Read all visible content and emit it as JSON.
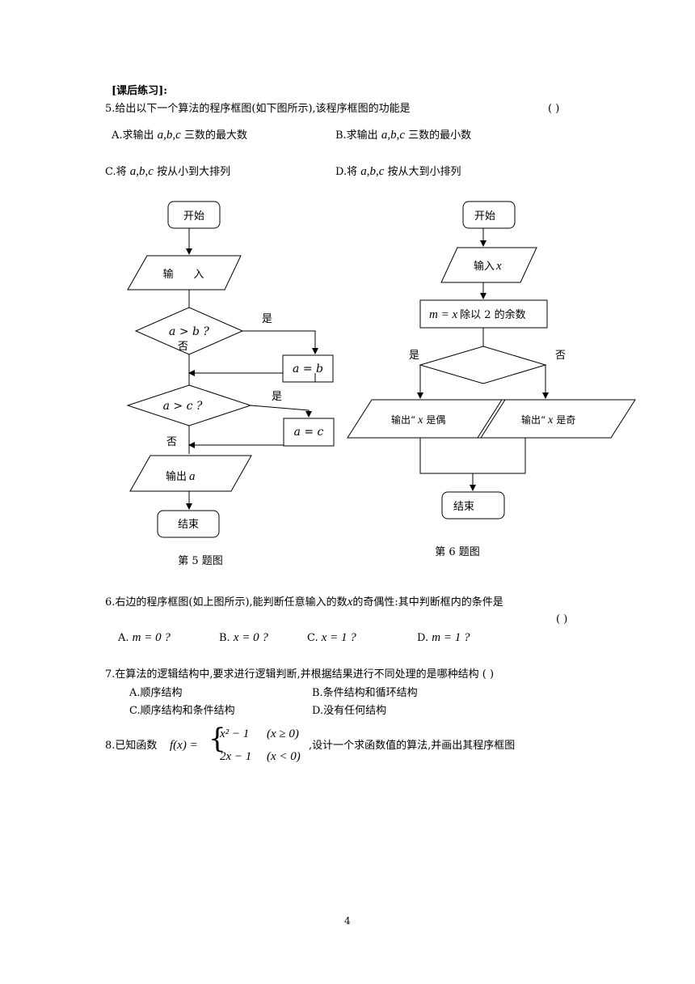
{
  "section_title": "[课后练习]:",
  "q5": {
    "stem": "5.给出以下一个算法的程序框图(如下图所示),该程序框图的功能是",
    "paren": "(        )",
    "options": {
      "A": [
        "A.求输出",
        "a,b,c",
        "三数的最大数"
      ],
      "B": [
        "B.求输出",
        "a,b,c",
        "三数的最小数"
      ],
      "C": [
        "C.将",
        "a,b,c",
        "按从小到大排列"
      ],
      "D": [
        "D.将",
        "a,b,c",
        "按从大到小排列"
      ]
    }
  },
  "fig5": {
    "start": "开始",
    "input": "输      入",
    "cond1": "a > b ?",
    "cond1_yes": "是",
    "cond1_no": "否",
    "assign1": "a = b",
    "cond2": "a > c ?",
    "cond2_yes": "是",
    "cond2_no": "否",
    "assign2": "a = c",
    "output": [
      "输出",
      "a"
    ],
    "end": "结束",
    "caption": "第 5 题图"
  },
  "fig6": {
    "start": "开始",
    "input": [
      "输入",
      "x"
    ],
    "process": [
      "m = x",
      "除以 2 的余数"
    ],
    "yes": "是",
    "no": "否",
    "out_even": [
      "输出“",
      "x",
      "是偶"
    ],
    "out_odd": [
      "输出“",
      "x",
      "是奇"
    ],
    "end": "结束",
    "caption": "第 6 题图"
  },
  "q6": {
    "stem_a": "6.右边的程序框图(如上图所示),能判断任意输入的数",
    "stem_var": "x",
    "stem_b": "的奇偶性:其中判断框内的条件是",
    "paren": "(        )",
    "options": [
      "A.",
      "m = 0 ?",
      "B.",
      "x = 0  ?",
      "C.",
      "x = 1  ?",
      "D.",
      "m = 1 ?"
    ]
  },
  "q7": {
    "stem": "7.在算法的逻辑结构中,要求进行逻辑判断,并根据结果进行不同处理的是哪种结构 (        )",
    "options": [
      "A.顺序结构",
      "B.条件结构和循环结构",
      "C.顺序结构和条件结构",
      "D.没有任何结构"
    ]
  },
  "q8": {
    "prefix": "8.已知函数",
    "fx": "f(x) =",
    "case1_expr": "x² − 1",
    "case1_cond": "(x ≥ 0)",
    "case2_expr": "2x − 1",
    "case2_cond": "(x < 0)",
    "suffix": ",设计一个求函数值的算法,并画出其程序框图"
  },
  "page_number": "4"
}
